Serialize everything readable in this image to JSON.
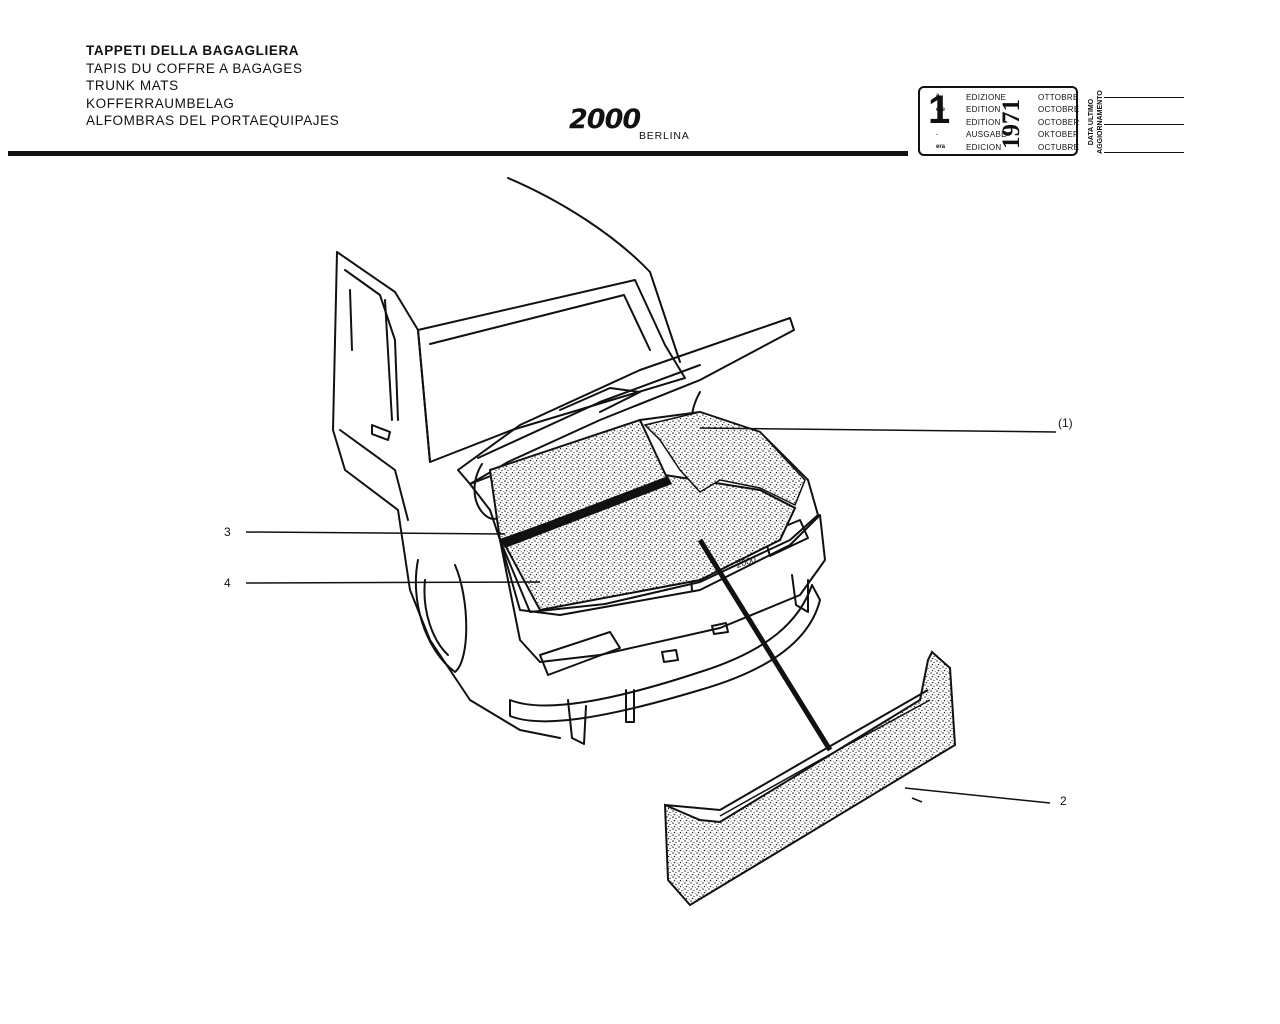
{
  "header": {
    "titles": [
      "TAPPETI DELLA BAGAGLIERA",
      "TAPIS DU COFFRE A BAGAGES",
      "TRUNK MATS",
      "KOFFERRAUMBELAG",
      "ALFOMBRAS DEL PORTAEQUIPAJES"
    ],
    "model_logo": "2000",
    "model_variant": "BERLINA"
  },
  "edition_box": {
    "number": "1",
    "suffixes": [
      "a",
      "ere",
      "st",
      ".",
      "era"
    ],
    "labels": [
      "EDIZIONE",
      "EDITION",
      "EDITION",
      "AUSGABE",
      "EDICION"
    ],
    "months": [
      "OTTOBRE",
      "OCTOBRE",
      "OCTOBER",
      "OKTOBER",
      "OCTUBRE"
    ],
    "year": "1971",
    "update_label_1": "DATA ULTIMO",
    "update_label_2": "AGGIORNAMENTO"
  },
  "callouts": {
    "c1": "(1)",
    "c2": "2",
    "c3": "3",
    "c4": "4",
    "car_badge": "2000"
  }
}
